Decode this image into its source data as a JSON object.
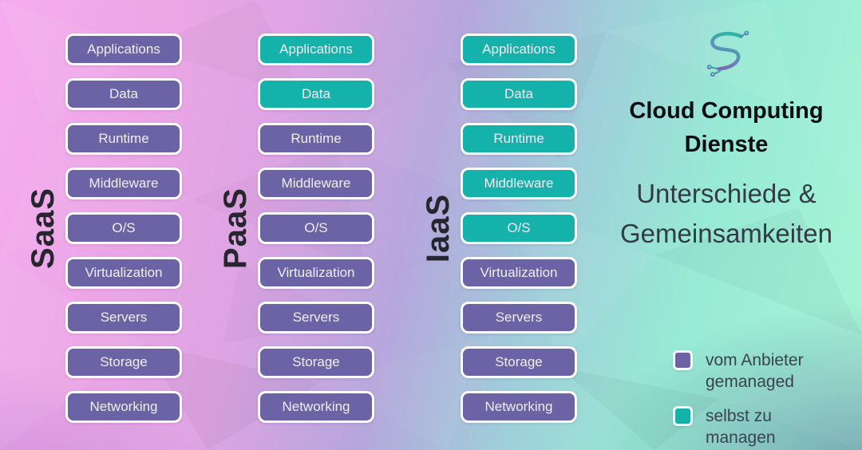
{
  "title": {
    "line1": "Cloud Computing",
    "line2": "Dienste"
  },
  "subtitle": {
    "line1": "Unterschiede &",
    "line2": "Gemeinsamkeiten"
  },
  "logo": {
    "name": "s-circuit-logo"
  },
  "colors": {
    "provider_managed": "#6b63a5",
    "self_managed": "#15b2ac",
    "box_border": "#fcfcfd",
    "box_text": "#efedf8",
    "label_text": "#27262f",
    "title_text": "#0c0d12",
    "subtitle_text": "#333b46"
  },
  "legend": {
    "items": [
      {
        "color": "#6b63a5",
        "label": "vom Anbieter gemanaged"
      },
      {
        "color": "#15b2ac",
        "label": "selbst zu managen"
      }
    ]
  },
  "columns": [
    {
      "name": "SaaS",
      "layers": [
        {
          "label": "Applications",
          "managed": "provider"
        },
        {
          "label": "Data",
          "managed": "provider"
        },
        {
          "label": "Runtime",
          "managed": "provider"
        },
        {
          "label": "Middleware",
          "managed": "provider"
        },
        {
          "label": "O/S",
          "managed": "provider"
        },
        {
          "label": "Virtualization",
          "managed": "provider"
        },
        {
          "label": "Servers",
          "managed": "provider"
        },
        {
          "label": "Storage",
          "managed": "provider"
        },
        {
          "label": "Networking",
          "managed": "provider"
        }
      ]
    },
    {
      "name": "PaaS",
      "layers": [
        {
          "label": "Applications",
          "managed": "self"
        },
        {
          "label": "Data",
          "managed": "self"
        },
        {
          "label": "Runtime",
          "managed": "provider"
        },
        {
          "label": "Middleware",
          "managed": "provider"
        },
        {
          "label": "O/S",
          "managed": "provider"
        },
        {
          "label": "Virtualization",
          "managed": "provider"
        },
        {
          "label": "Servers",
          "managed": "provider"
        },
        {
          "label": "Storage",
          "managed": "provider"
        },
        {
          "label": "Networking",
          "managed": "provider"
        }
      ]
    },
    {
      "name": "IaaS",
      "layers": [
        {
          "label": "Applications",
          "managed": "self"
        },
        {
          "label": "Data",
          "managed": "self"
        },
        {
          "label": "Runtime",
          "managed": "self"
        },
        {
          "label": "Middleware",
          "managed": "self"
        },
        {
          "label": "O/S",
          "managed": "self"
        },
        {
          "label": "Virtualization",
          "managed": "provider"
        },
        {
          "label": "Servers",
          "managed": "provider"
        },
        {
          "label": "Storage",
          "managed": "provider"
        },
        {
          "label": "Networking",
          "managed": "provider"
        }
      ]
    }
  ]
}
